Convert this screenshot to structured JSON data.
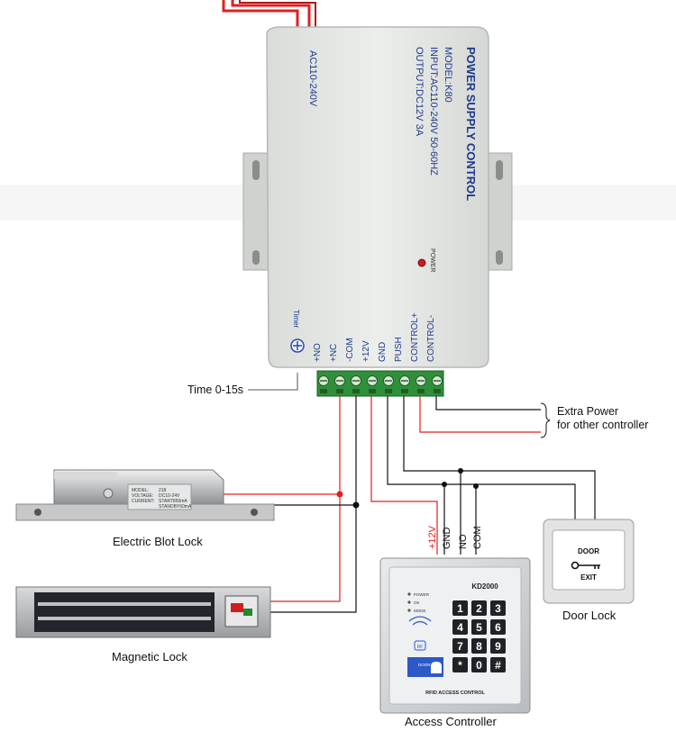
{
  "psu": {
    "title": "POWER SUPPLY CONTROL",
    "model": "MODEL:K80",
    "input": "INPUT:AC110-240V  50-60HZ",
    "output": "OUTPUT:DC12V  3A",
    "ac_label": "AC110-240V",
    "power_led_label": "POWER",
    "timer_label": "Timer",
    "terminals": [
      "+NO",
      "+NC",
      "-COM",
      "+12V",
      "GND",
      "PUSH",
      "CONTROL+",
      "CONTROL-"
    ]
  },
  "labels": {
    "time": "Time 0-15s",
    "extra_power_line1": "Extra Power",
    "extra_power_line2": "for other controller",
    "electric_bolt_lock": "Electric Blot Lock",
    "magnetic_lock": "Magnetic Lock",
    "access_controller": "Access Controller",
    "door_lock": "Door Lock"
  },
  "controller_wires": [
    "+12V",
    "GND",
    "NO",
    "COM"
  ],
  "keypad": {
    "model": "KD2000",
    "status_lights": [
      "POWER",
      "OK",
      "MODE"
    ],
    "rf_label": "RF",
    "doorbell_label": "DOOR BELL",
    "footer": "RFID ACCESS CONTROL",
    "keys": [
      "1",
      "2",
      "3",
      "4",
      "5",
      "6",
      "7",
      "8",
      "9",
      "*",
      "0",
      "#"
    ]
  },
  "exit_button": {
    "line1": "DOOR",
    "line2": "EXIT"
  },
  "bolt_lock_plate": {
    "row1_label": "MODEL:",
    "row1_value": "218",
    "row2_label": "VOLTAGE:",
    "row2_value": "DC10-24V",
    "row3_label": "CURRENT:",
    "row3_value": "START850mA",
    "row4_value": "STANDBY60mA"
  },
  "colors": {
    "wire_red": "#e02020",
    "wire_black": "#111111",
    "terminal_green": "#2f8f3a",
    "psu_body": "#e6e8e6",
    "psu_text": "#1d3a8a"
  }
}
